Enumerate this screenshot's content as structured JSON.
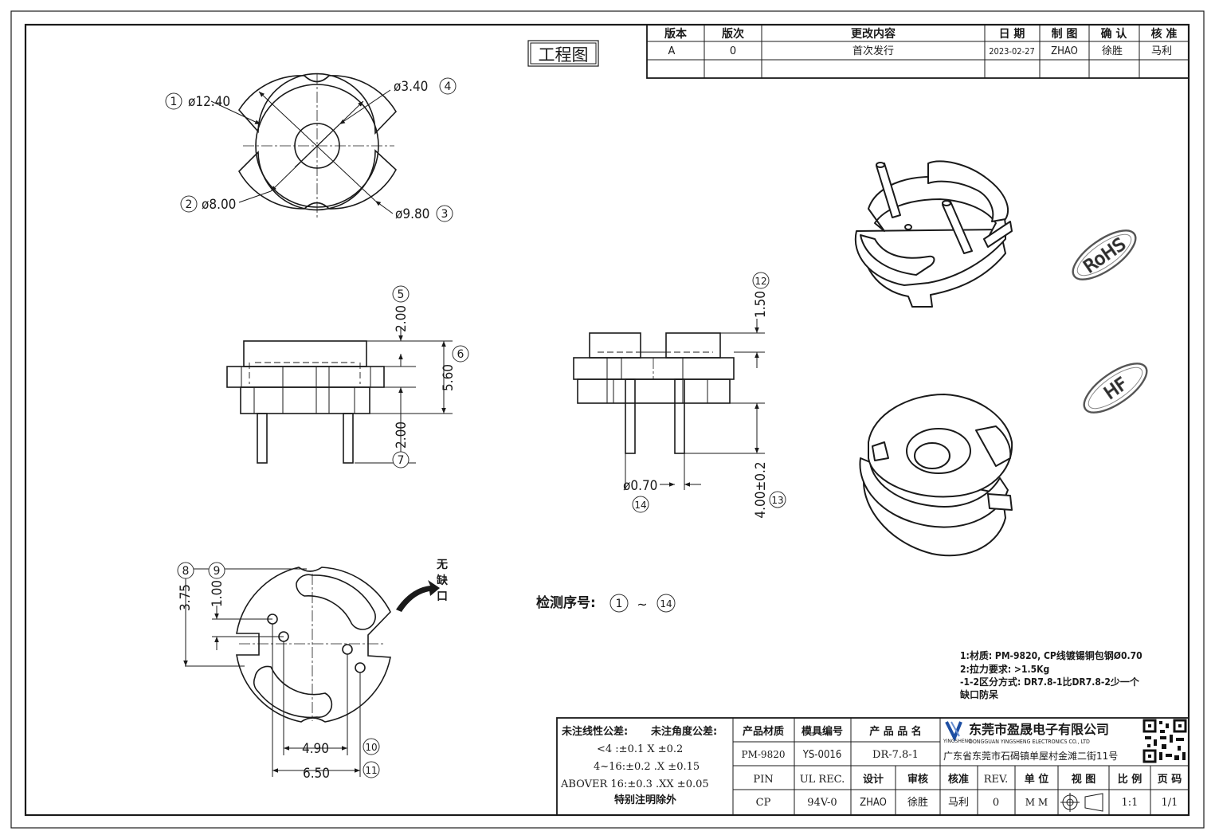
{
  "drawing": {
    "title_stamp": "工程图",
    "inspection_label": "检测序号:",
    "inspection_from": "1",
    "inspection_sep": "~",
    "inspection_to": "14",
    "no_notch_label": [
      "无",
      "缺",
      "口"
    ],
    "certifications": [
      "RoHS",
      "HF"
    ]
  },
  "revision_table": {
    "headers": [
      "版本",
      "版次",
      "更改内容",
      "日 期",
      "制 图",
      "确 认",
      "核 准"
    ],
    "rows": [
      [
        "A",
        "0",
        "首次发行",
        "2023-02-27",
        "ZHAO",
        "徐胜",
        "马利"
      ],
      [
        "",
        "",
        "",
        "",
        "",
        "",
        ""
      ]
    ]
  },
  "dimensions": {
    "d1": {
      "num": "1",
      "text": "ø12.40"
    },
    "d2": {
      "num": "2",
      "text": "ø8.00"
    },
    "d3": {
      "num": "3",
      "text": "ø9.80"
    },
    "d4": {
      "num": "4",
      "text": "ø3.40"
    },
    "d5": {
      "num": "5",
      "text": "2.00"
    },
    "d6": {
      "num": "6",
      "text": "5.60"
    },
    "d7": {
      "num": "7",
      "text": "2.00"
    },
    "d8": {
      "num": "8",
      "text": "3.75"
    },
    "d9": {
      "num": "9",
      "text": "1.00"
    },
    "d10": {
      "num": "10",
      "text": "4.90"
    },
    "d11": {
      "num": "11",
      "text": "6.50"
    },
    "d12": {
      "num": "12",
      "text": "1.50"
    },
    "d13": {
      "num": "13",
      "text": "4.00±0.2"
    },
    "d14": {
      "num": "14",
      "text": "ø0.70"
    }
  },
  "notes": [
    "1:材质: PM-9820, CP线镀锡铜包钢Ø0.70",
    "2:拉力要求: >1.5Kg",
    "-1-2区分方式: DR7.8-1比DR7.8-2少一个",
    "缺口防呆"
  ],
  "title_block": {
    "tolerance": {
      "linear_label": "未注线性公差:",
      "angular_label": "未注角度公差:",
      "row1": "<4 :±0.1  X ±0.2",
      "row2": "4~16:±0.2  .X ±0.15",
      "row3": "ABOVER 16:±0.3  .XX ±0.05",
      "row4": "特别注明除外"
    },
    "headers_top": [
      "产品材质",
      "模具编号",
      "产 品 品 名"
    ],
    "values_top": [
      "PM-9820",
      "YS-0016",
      "DR-7.8-1"
    ],
    "headers_bottom": [
      "PIN",
      "UL REC.",
      "设计",
      "审核",
      "核准",
      "REV.",
      "单 位",
      "视 图",
      "比 例",
      "页 码"
    ],
    "values_bottom": [
      "CP",
      "94V-0",
      "ZHAO",
      "徐胜",
      "马利",
      "0",
      "M M",
      "",
      "1:1",
      "1/1"
    ],
    "company_cn": "东莞市盈晟电子有限公司",
    "company_en": "DONGGUAN YINGSHENG ELECTRONICS CO., LTD",
    "company_brand": "YINGSHENG",
    "company_address": "广东省东莞市石碣镇单屋村金滩二街11号"
  }
}
